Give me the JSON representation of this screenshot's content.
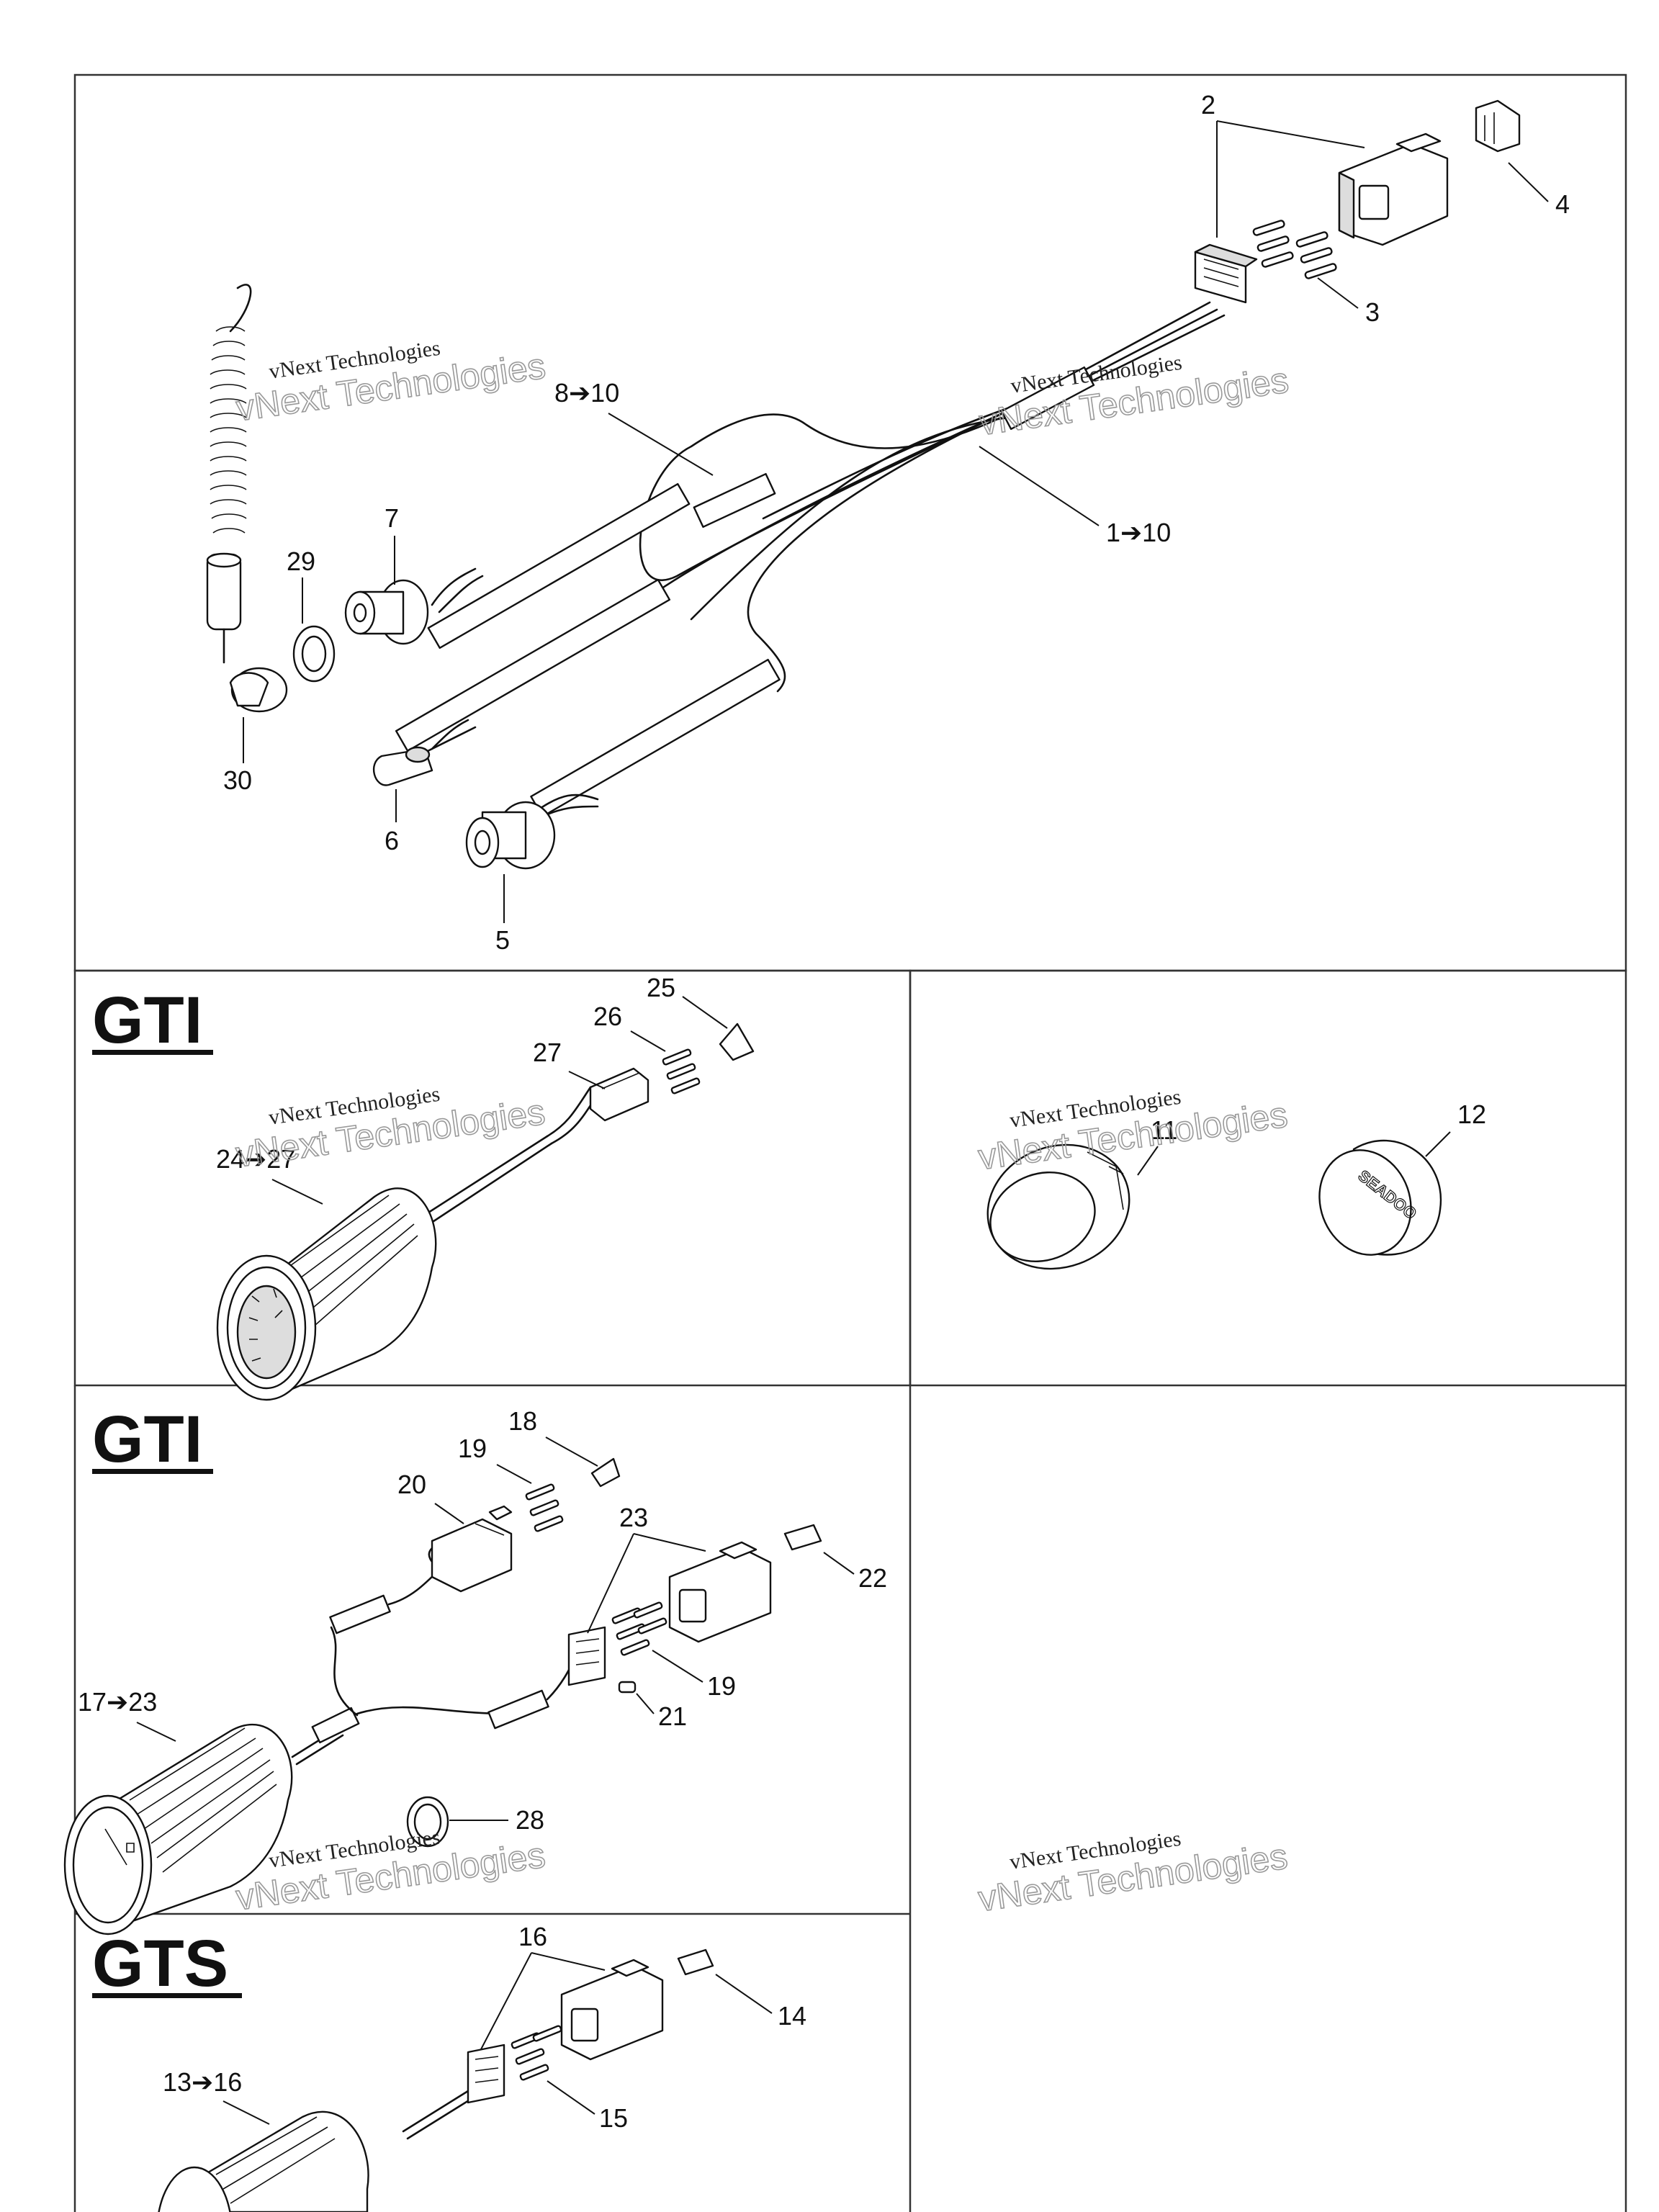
{
  "sections": {
    "gti_1": "GTI",
    "gti_2": "GTI",
    "gts": "GTS"
  },
  "watermark": {
    "line1": "vNext Technologies",
    "line2": "vNext Technologies"
  },
  "callouts": {
    "c1_10": "1➔10",
    "c2": "2",
    "c3": "3",
    "c4": "4",
    "c5": "5",
    "c6": "6",
    "c7": "7",
    "c8_10": "8➔10",
    "c29": "29",
    "c30": "30",
    "c11": "11",
    "c12": "12",
    "c24_27": "24➔27",
    "c25": "25",
    "c26": "26",
    "c27": "27",
    "c17_23": "17➔23",
    "c18": "18",
    "c19a": "19",
    "c19b": "19",
    "c20": "20",
    "c21": "21",
    "c22": "22",
    "c23": "23",
    "c28": "28",
    "c13_16": "13➔16",
    "c14": "14",
    "c15": "15",
    "c16": "16"
  },
  "logo_text": "SEADOO"
}
